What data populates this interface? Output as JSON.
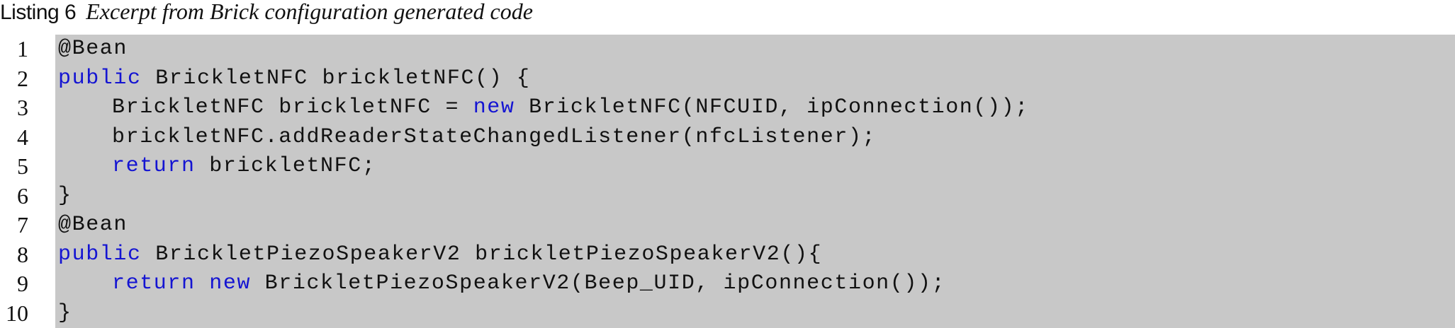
{
  "caption": {
    "label": "Listing 6",
    "title": "Excerpt from Brick configuration generated code"
  },
  "colors": {
    "code_background": "#c8c8c8",
    "keyword": "#1414d2",
    "text": "#111111"
  },
  "listing": {
    "lines": [
      {
        "number": "1",
        "indent": 0,
        "tokens": [
          {
            "text": "@Bean",
            "kw": false
          }
        ]
      },
      {
        "number": "2",
        "indent": 0,
        "tokens": [
          {
            "text": "public",
            "kw": true
          },
          {
            "text": " BrickletNFC brickletNFC() {",
            "kw": false
          }
        ]
      },
      {
        "number": "3",
        "indent": 1,
        "tokens": [
          {
            "text": "BrickletNFC brickletNFC = ",
            "kw": false
          },
          {
            "text": "new",
            "kw": true
          },
          {
            "text": " BrickletNFC(NFCUID, ipConnection());",
            "kw": false
          }
        ]
      },
      {
        "number": "4",
        "indent": 1,
        "tokens": [
          {
            "text": "brickletNFC.addReaderStateChangedListener(nfcListener);",
            "kw": false
          }
        ]
      },
      {
        "number": "5",
        "indent": 1,
        "tokens": [
          {
            "text": "return",
            "kw": true
          },
          {
            "text": " brickletNFC;",
            "kw": false
          }
        ]
      },
      {
        "number": "6",
        "indent": 0,
        "tokens": [
          {
            "text": "}",
            "kw": false
          }
        ]
      },
      {
        "number": "7",
        "indent": 0,
        "tokens": [
          {
            "text": "@Bean",
            "kw": false
          }
        ]
      },
      {
        "number": "8",
        "indent": 0,
        "tokens": [
          {
            "text": "public",
            "kw": true
          },
          {
            "text": " BrickletPiezoSpeakerV2 brickletPiezoSpeakerV2(){",
            "kw": false
          }
        ]
      },
      {
        "number": "9",
        "indent": 1,
        "tokens": [
          {
            "text": "return",
            "kw": true
          },
          {
            "text": " ",
            "kw": false
          },
          {
            "text": "new",
            "kw": true
          },
          {
            "text": " BrickletPiezoSpeakerV2(Beep_UID, ipConnection());",
            "kw": false
          }
        ]
      },
      {
        "number": "10",
        "indent": 0,
        "tokens": [
          {
            "text": "}",
            "kw": false
          }
        ]
      }
    ]
  }
}
